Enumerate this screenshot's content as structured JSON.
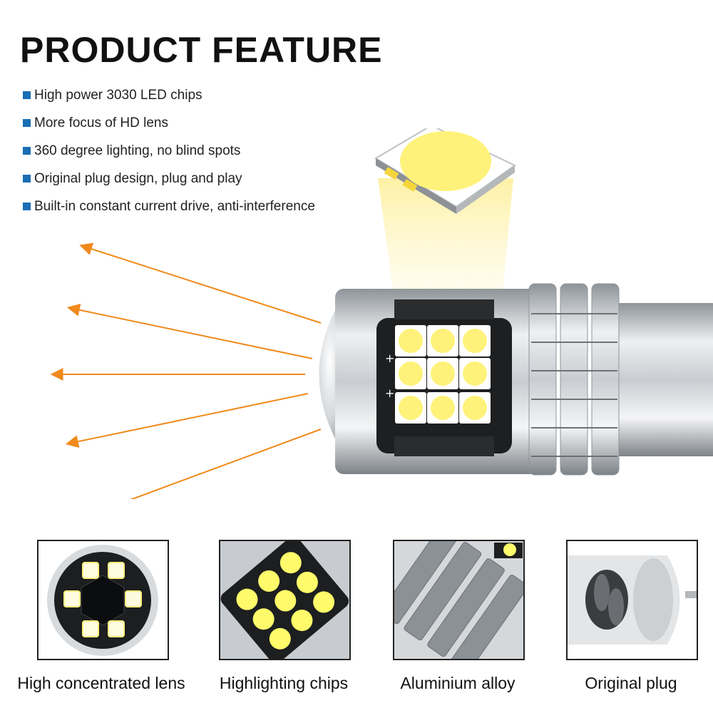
{
  "title": "PRODUCT FEATURE",
  "features": [
    "High power 3030 LED chips",
    "More focus of HD lens",
    "360 degree lighting, no blind spots",
    "Original plug design, plug and play",
    "Built-in constant current drive, anti-interference"
  ],
  "thumbnails": [
    {
      "caption": "High concentrated lens",
      "icon": "lens-icon"
    },
    {
      "caption": "Highlighting chips",
      "icon": "led-chips-icon"
    },
    {
      "caption": "Aluminium alloy",
      "icon": "heatsink-icon"
    },
    {
      "caption": "Original plug",
      "icon": "plug-icon"
    }
  ],
  "colors": {
    "bullet": "#1a6fb5",
    "arrow": "#f08a1c",
    "led": "#fff27a",
    "beam": "#fdf3b0"
  }
}
